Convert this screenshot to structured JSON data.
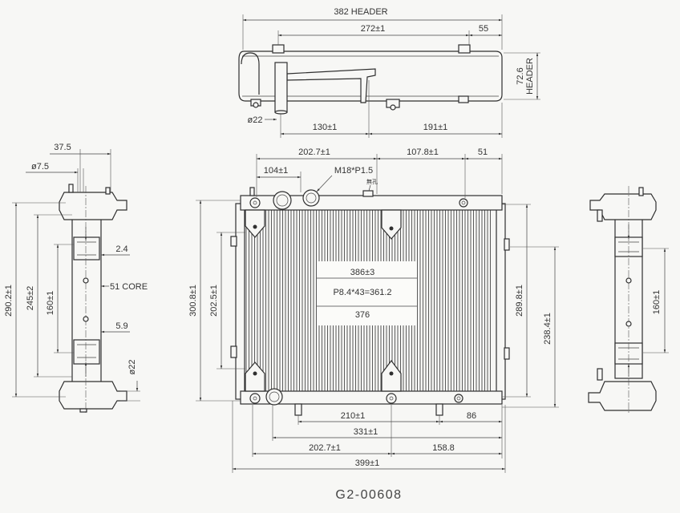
{
  "drawing_number": "G2-00608",
  "top_view": {
    "header_length": "382 HEADER",
    "dim_272": "272±1",
    "dim_55": "55",
    "header_height_value": "72.6",
    "header_height_label": "HEADER",
    "outlet_diameter": "ø22",
    "dim_130": "130±1",
    "dim_191": "191±1"
  },
  "front_view": {
    "top_dim_1": "202.7±1",
    "top_dim_2": "107.8±1",
    "top_dim_3": "51",
    "filler_offset": "104±1",
    "thread_spec": "M18*P1.5",
    "plug_note": "無孔",
    "core_width": "386±3",
    "tube_pitch": "P8.4*43=361.2",
    "core_inner_width": "376",
    "overall_height": "300.8±1",
    "mount_height_left": "202.5±1",
    "height_right": "289.8±1",
    "bracket_height_right": "238.4±1",
    "bottom_dim_210": "210±1",
    "bottom_dim_86": "86",
    "bottom_dim_331": "331±1",
    "bottom_dim_202": "202.7±1",
    "bottom_dim_158": "158.8",
    "overall_width": "399±1"
  },
  "left_view": {
    "width_37": "37.5",
    "hole_diameter": "ø7.5",
    "overall_height": "290.2±1",
    "height_245": "245±2",
    "height_160": "160±1",
    "dim_2_4": "2.4",
    "core_label": "51 CORE",
    "dim_5_9": "5.9",
    "nozzle_diameter": "ø22"
  },
  "right_view": {
    "height_160": "160±1"
  },
  "colors": {
    "line": "#2f2f2f",
    "paper": "#f7f7f5"
  }
}
